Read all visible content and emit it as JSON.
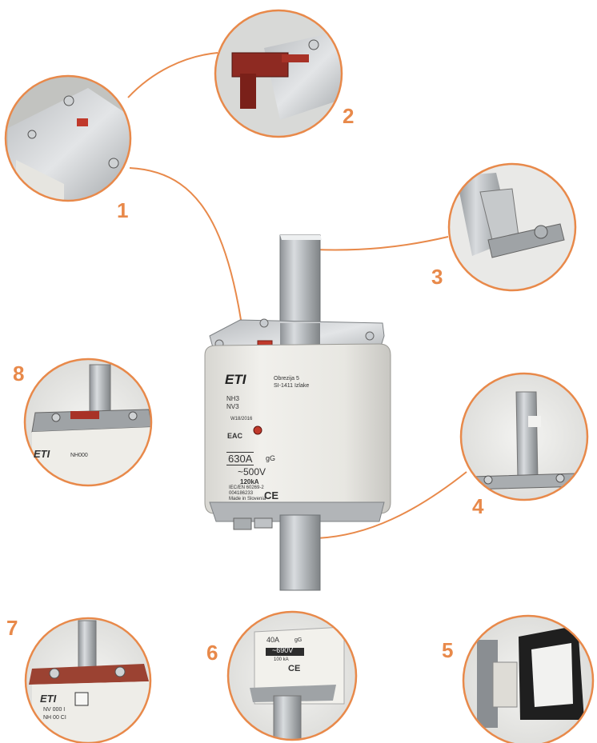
{
  "accent_color": "#e8894a",
  "callouts": [
    {
      "number": "1"
    },
    {
      "number": "2"
    },
    {
      "number": "3"
    },
    {
      "number": "4"
    },
    {
      "number": "5"
    },
    {
      "number": "6"
    },
    {
      "number": "7"
    },
    {
      "number": "8"
    }
  ],
  "fuse": {
    "brand": "ETI",
    "type_line1": "NH3",
    "type_line2": "NV3",
    "small_code": "W18/2016",
    "label_top1": "Obrezija 5",
    "label_top2": "SI-1411 Izlake",
    "rating": "630A",
    "class": "gG",
    "voltage": "~500V",
    "breaking": "120kA",
    "standard": "IEC/EN 60269-2",
    "code": "004186233",
    "origin": "Made in Slovenia",
    "ce": "CE",
    "eac": "EAC"
  },
  "detail6": {
    "rating": "40A",
    "class": "gG",
    "voltage": "~690V",
    "breaking": "100 kA",
    "ce": "CE"
  },
  "detail7": {
    "brand": "ETI",
    "line1": "NV 000 I",
    "line2": "NH 00 CI"
  },
  "detail8": {
    "brand": "ETI",
    "line1": "NH000"
  }
}
